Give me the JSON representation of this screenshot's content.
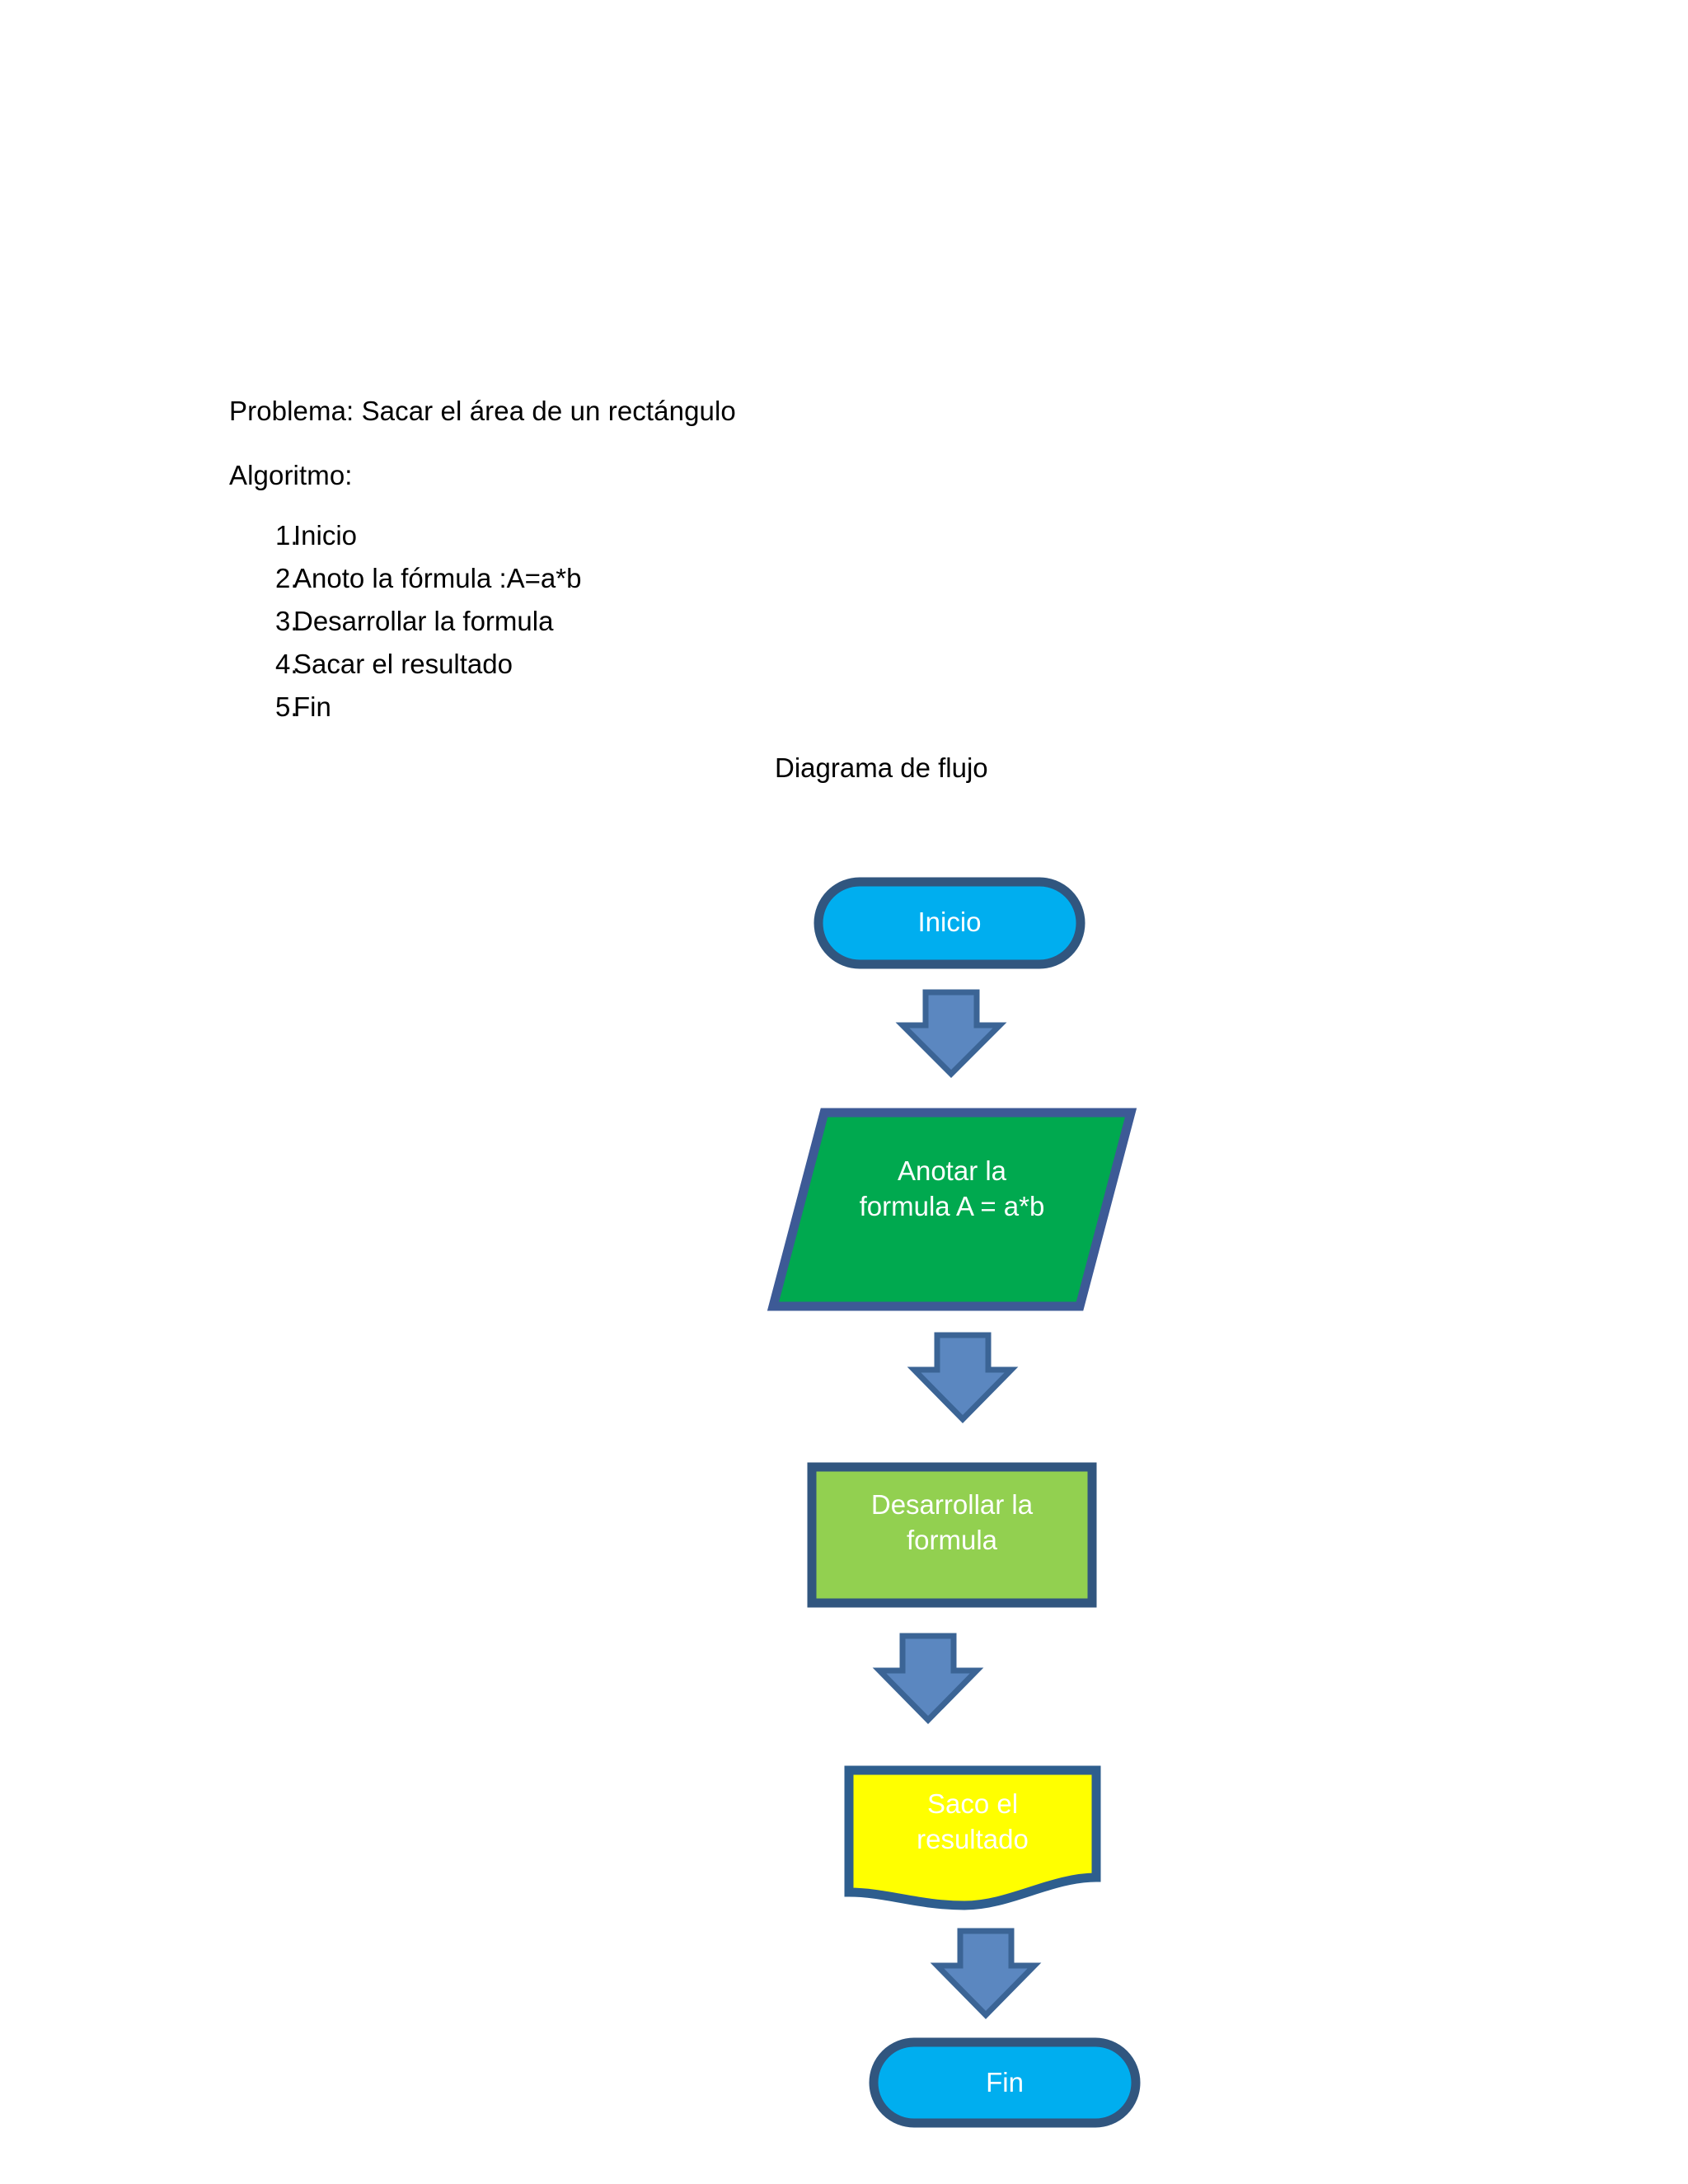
{
  "document": {
    "problem_line": "Problema: Sacar el área de un rectángulo",
    "algorithm_heading": "Algoritmo:",
    "algorithm_steps": [
      {
        "number": "1.",
        "label": "Inicio"
      },
      {
        "number": "2.",
        "label": "Anoto la fórmula :A=a*b"
      },
      {
        "number": "3.",
        "label": "Desarrollar la formula"
      },
      {
        "number": "4.",
        "label": "Sacar el resultado"
      },
      {
        "number": "5.",
        "label": "Fin"
      }
    ],
    "diagram_title": "Diagrama de flujo"
  },
  "flowchart": {
    "nodes": [
      {
        "id": "inicio",
        "shape": "terminator",
        "label": "Inicio",
        "fill": "#00AEEF",
        "stroke": "#31567F",
        "text_color": "#FFFFFF"
      },
      {
        "id": "anotar",
        "shape": "parallelogram",
        "label": "Anotar la\nformula A = a*b",
        "fill": "#00A94F",
        "stroke": "#3D5A96",
        "text_color": "#FFFFFF"
      },
      {
        "id": "desarrollar",
        "shape": "rectangle",
        "label": "Desarrollar la\nformula",
        "fill": "#92D050",
        "stroke": "#31567F",
        "text_color": "#FFFFFF"
      },
      {
        "id": "saco",
        "shape": "document",
        "label": "Saco el\nresultado",
        "fill": "#FFFF00",
        "stroke": "#2E5E8E",
        "text_color": "#FFFFFF"
      },
      {
        "id": "fin",
        "shape": "terminator",
        "label": "Fin",
        "fill": "#00AEEF",
        "stroke": "#31567F",
        "text_color": "#FFFFFF"
      }
    ],
    "connectors": [
      {
        "id": "arrow-1",
        "from": "inicio",
        "to": "anotar",
        "shape": "block-arrow-down",
        "fill": "#5B87C0",
        "stroke": "#3B6495"
      },
      {
        "id": "arrow-2",
        "from": "anotar",
        "to": "desarrollar",
        "shape": "block-arrow-down",
        "fill": "#5B87C0",
        "stroke": "#3B6495"
      },
      {
        "id": "arrow-3",
        "from": "desarrollar",
        "to": "saco",
        "shape": "block-arrow-down",
        "fill": "#5B87C0",
        "stroke": "#3B6495"
      },
      {
        "id": "arrow-4",
        "from": "saco",
        "to": "fin",
        "shape": "block-arrow-down",
        "fill": "#5B87C0",
        "stroke": "#3B6495"
      }
    ]
  }
}
